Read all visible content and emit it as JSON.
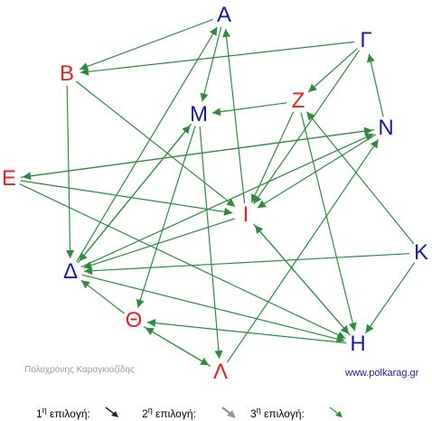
{
  "nodes": [
    {
      "id": "A",
      "label": "Α",
      "color": "#1a1aa0"
    },
    {
      "id": "G",
      "label": "Γ",
      "color": "#1a1aa0"
    },
    {
      "id": "B",
      "label": "Β",
      "color": "#e8201e"
    },
    {
      "id": "M",
      "label": "Μ",
      "color": "#1a1aa0"
    },
    {
      "id": "Z",
      "label": "Ζ",
      "color": "#e8201e"
    },
    {
      "id": "N",
      "label": "Ν",
      "color": "#1a1aa0"
    },
    {
      "id": "E",
      "label": "Ε",
      "color": "#e8201e"
    },
    {
      "id": "I",
      "label": "Ι",
      "color": "#e8201e"
    },
    {
      "id": "K",
      "label": "Κ",
      "color": "#1a1aa0"
    },
    {
      "id": "D",
      "label": "Δ",
      "color": "#1a1aa0"
    },
    {
      "id": "Th",
      "label": "Θ",
      "color": "#e8201e"
    },
    {
      "id": "H",
      "label": "Η",
      "color": "#1a1aa0"
    },
    {
      "id": "L",
      "label": "Λ",
      "color": "#e8201e"
    }
  ],
  "edges": [
    {
      "from": "A",
      "to": "M",
      "kind": "pref3"
    },
    {
      "from": "A",
      "to": "B",
      "kind": "pref3"
    },
    {
      "from": "G",
      "to": "B",
      "kind": "pref3"
    },
    {
      "from": "G",
      "to": "Z",
      "kind": "pref3"
    },
    {
      "from": "G",
      "to": "I",
      "kind": "pref3"
    },
    {
      "from": "B",
      "to": "D",
      "kind": "pref3"
    },
    {
      "from": "B",
      "to": "I",
      "kind": "pref3"
    },
    {
      "from": "Z",
      "to": "M",
      "kind": "pref3"
    },
    {
      "from": "Z",
      "to": "I",
      "kind": "pref3"
    },
    {
      "from": "Z",
      "to": "H",
      "kind": "pref3"
    },
    {
      "from": "N",
      "to": "G",
      "kind": "pref3"
    },
    {
      "from": "N",
      "to": "E",
      "kind": "pref3"
    },
    {
      "from": "N",
      "to": "I",
      "kind": "pref3"
    },
    {
      "from": "E",
      "to": "N",
      "kind": "pref3"
    },
    {
      "from": "E",
      "to": "I",
      "kind": "pref3"
    },
    {
      "from": "E",
      "to": "H",
      "kind": "pref3"
    },
    {
      "from": "I",
      "to": "A",
      "kind": "pref3"
    },
    {
      "from": "I",
      "to": "D",
      "kind": "pref3"
    },
    {
      "from": "I",
      "to": "H",
      "kind": "pref3"
    },
    {
      "from": "K",
      "to": "Z",
      "kind": "pref3"
    },
    {
      "from": "K",
      "to": "H",
      "kind": "pref3"
    },
    {
      "from": "K",
      "to": "D",
      "kind": "pref3"
    },
    {
      "from": "D",
      "to": "A",
      "kind": "pref3"
    },
    {
      "from": "D",
      "to": "M",
      "kind": "pref3"
    },
    {
      "from": "D",
      "to": "N",
      "kind": "pref3"
    },
    {
      "from": "D",
      "to": "H",
      "kind": "pref3"
    },
    {
      "from": "M",
      "to": "L",
      "kind": "pref3"
    },
    {
      "from": "M",
      "to": "Th",
      "kind": "pref3"
    },
    {
      "from": "M",
      "to": "D",
      "kind": "pref3"
    },
    {
      "from": "Th",
      "to": "L",
      "kind": "pref3"
    },
    {
      "from": "Th",
      "to": "D",
      "kind": "pref3"
    },
    {
      "from": "L",
      "to": "Th",
      "kind": "pref3"
    },
    {
      "from": "L",
      "to": "N",
      "kind": "pref3"
    },
    {
      "from": "H",
      "to": "Th",
      "kind": "pref3"
    },
    {
      "from": "H",
      "to": "I",
      "kind": "pref3"
    }
  ],
  "footer": {
    "author": "Πολυχρόνης Καραγκιοζίδης",
    "site": "www.polkarag.gr"
  },
  "legend": [
    {
      "num": "1",
      "sup": "η",
      "text": "επιλογή:",
      "arrow_color": "#222222",
      "arrow_icon": "arrow-black-icon"
    },
    {
      "num": "2",
      "sup": "η",
      "text": "επιλογή:",
      "arrow_color": "#999999",
      "arrow_icon": "arrow-gray-icon"
    },
    {
      "num": "3",
      "sup": "η",
      "text": "επιλογή:",
      "arrow_color": "#2e8b3e",
      "arrow_icon": "arrow-green-icon"
    }
  ],
  "colors": {
    "pref1": "#222222",
    "pref2": "#999999",
    "pref3": "#2e8b3e",
    "node_blue": "#1a1aa0",
    "node_red": "#e8201e"
  }
}
